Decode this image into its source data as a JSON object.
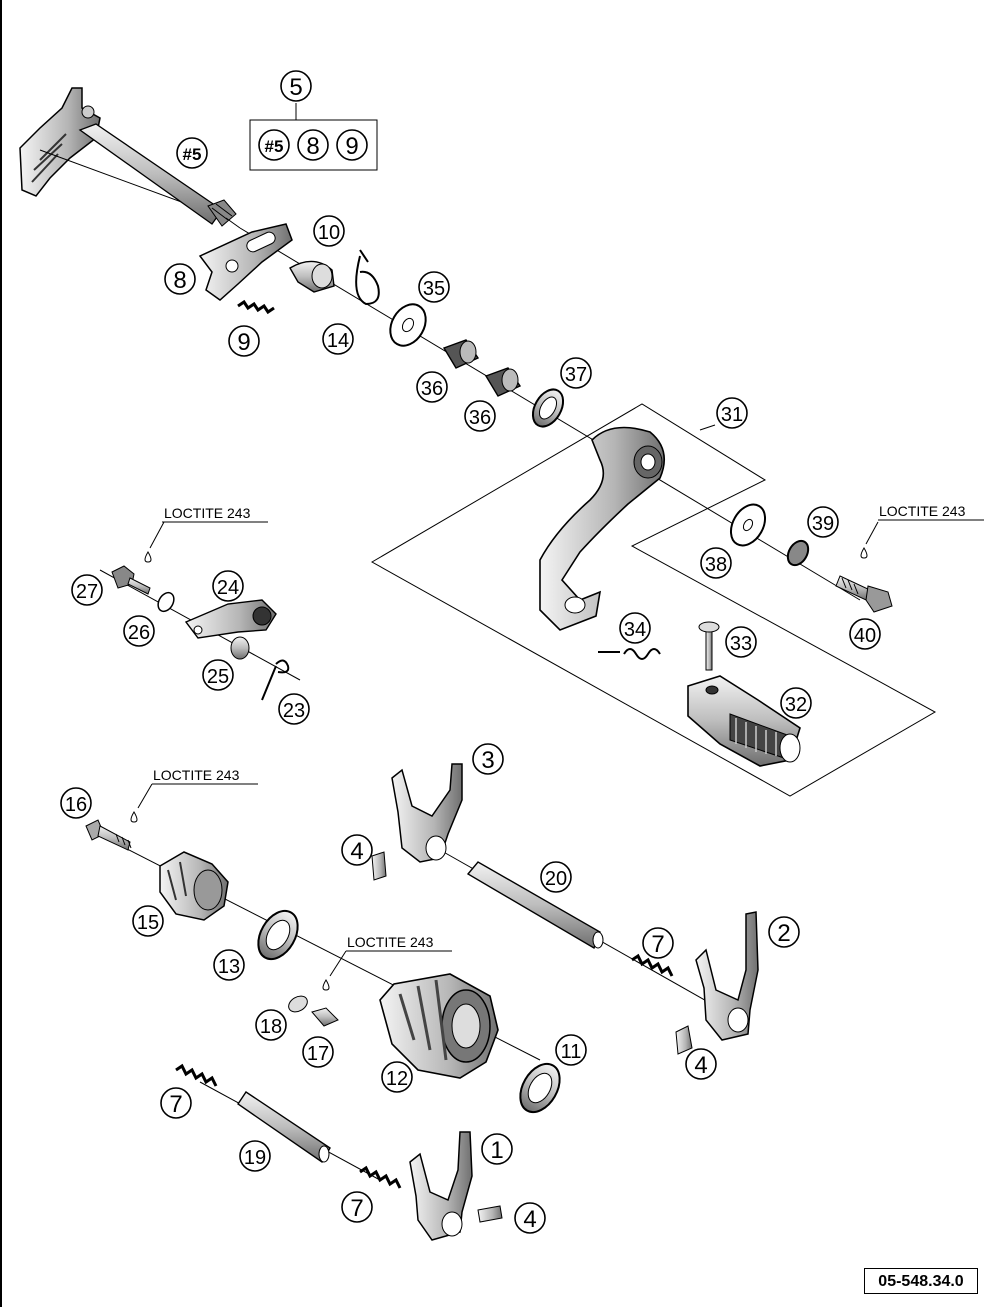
{
  "reference_code": "05-548.34.0",
  "adhesive_note": "LOCTITE 243",
  "kit": {
    "number": "5",
    "contents": [
      "#5",
      "8",
      "9"
    ]
  },
  "shaft_label": "#5",
  "callouts": [
    "1",
    "2",
    "3",
    "4",
    "4",
    "4",
    "7",
    "7",
    "7",
    "8",
    "9",
    "10",
    "11",
    "12",
    "13",
    "14",
    "15",
    "16",
    "17",
    "18",
    "19",
    "20",
    "23",
    "24",
    "25",
    "26",
    "27",
    "31",
    "32",
    "33",
    "34",
    "35",
    "36",
    "36",
    "37",
    "38",
    "39",
    "40"
  ],
  "colors": {
    "ink": "#000000",
    "paper": "#ffffff",
    "shade": "#9a9a9a",
    "light": "#d6d6d6"
  }
}
